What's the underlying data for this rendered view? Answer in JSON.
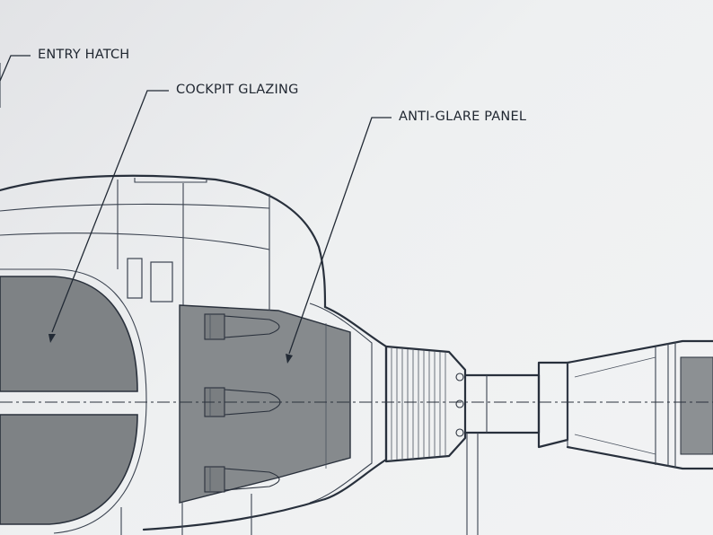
{
  "callouts": {
    "entry_hatch": "ENTRY HATCH",
    "cockpit_glazing": "COCKPIT GLAZING",
    "anti_glare_panel": "ANTI-GLARE PANEL"
  },
  "colors": {
    "paper": "#eceef0",
    "line": "#28303c",
    "glazing_fill": "#7f8386",
    "panel_fill": "#8a8e90"
  }
}
